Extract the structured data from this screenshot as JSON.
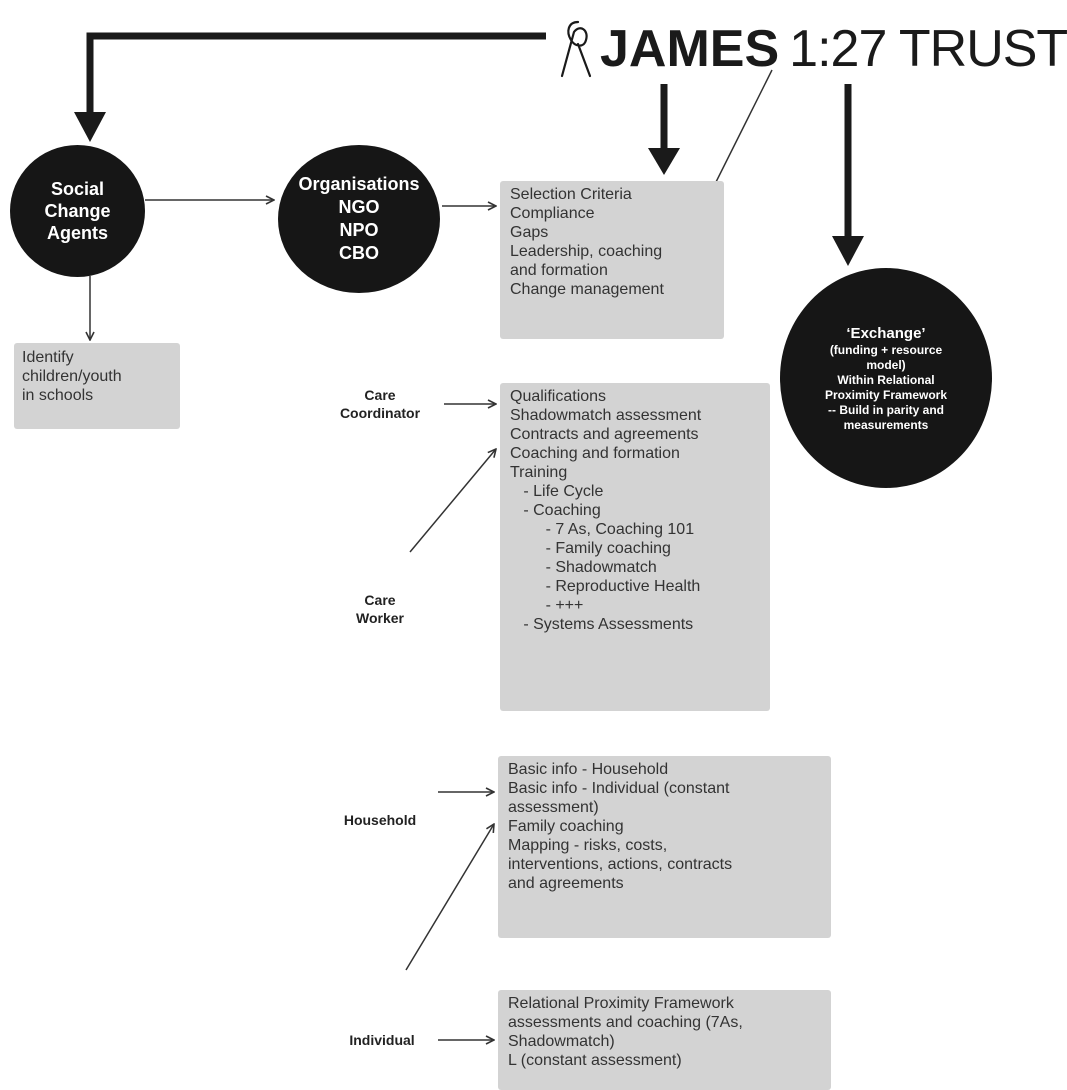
{
  "logo": {
    "brand": "JAMES",
    "suffix": "1:27 TRUST",
    "ribbon_icon": "awareness-ribbon-icon"
  },
  "nodes": {
    "social_change_agents": [
      "Social",
      "Change",
      "Agents"
    ],
    "organisations": [
      "Organisations",
      "NGO",
      "NPO",
      "CBO"
    ],
    "exchange": {
      "title": "‘Exchange’",
      "lines": [
        "(funding + resource",
        "model)",
        "Within Relational",
        "Proximity Framework",
        "-- Build in parity and",
        "measurements"
      ]
    }
  },
  "boxes": {
    "identify": [
      "Identify",
      "children/youth",
      "in schools"
    ],
    "selection": [
      "Selection Criteria",
      "Compliance",
      "Gaps",
      "Leadership, coaching",
      "and formation",
      "Change management"
    ],
    "care": [
      "Qualifications",
      "Shadowmatch assessment",
      "Contracts and agreements",
      "Coaching and formation",
      "Training",
      "   - Life Cycle",
      "   - Coaching",
      "        - 7 As, Coaching 101",
      "        - Family coaching",
      "        - Shadowmatch",
      "        - Reproductive Health",
      "        - +++",
      "   - Systems Assessments"
    ],
    "household": [
      "Basic info - Household",
      "Basic info - Individual (constant",
      "assessment)",
      "Family coaching",
      "Mapping - risks, costs,",
      "interventions, actions, contracts",
      "and agreements"
    ],
    "individual": [
      "Relational Proximity Framework",
      "assessments and coaching (7As,",
      "Shadowmatch)",
      "L (constant assessment)"
    ]
  },
  "roles": {
    "care_coordinator": [
      "Care",
      "Coordinator"
    ],
    "care_worker": [
      "Care",
      "Worker"
    ],
    "household": [
      "Household"
    ],
    "individual": [
      "Individual"
    ]
  },
  "colors": {
    "circle_fill": "#161616",
    "box_fill": "#d3d3d3",
    "arrow": "#222222",
    "text": "#333333"
  }
}
